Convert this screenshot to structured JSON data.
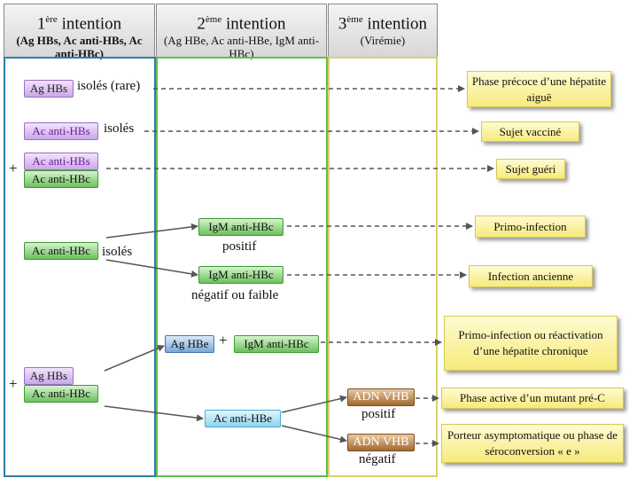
{
  "columns": [
    {
      "title": "1",
      "sup": "ère",
      "title_rest": " intention",
      "subtitle": "(Ag HBs, Ac anti-HBs, Ac anti-HBc)"
    },
    {
      "title": "2",
      "sup": "ème",
      "title_rest": "  intention",
      "subtitle": "(Ag HBe, Ac anti-HBe, IgM anti-HBc)"
    },
    {
      "title": "3",
      "sup": "ème",
      "title_rest": " intention",
      "subtitle": "(Virémie)"
    }
  ],
  "markers": {
    "ag_hbs_1": "Ag HBs",
    "ac_anti_hbs_1": "Ac anti-HBs",
    "ac_anti_hbs_2": "Ac anti-HBs",
    "ac_anti_hbc_2": "Ac anti-HBc",
    "ac_anti_hbc_3": "Ac anti-HBc",
    "igm_anti_hbc_pos": "IgM anti-HBc",
    "igm_anti_hbc_neg": "IgM anti-HBc",
    "ag_hbs_4": "Ag HBs",
    "ac_anti_hbc_4": "Ac anti-HBc",
    "ag_hbe": "Ag HBe",
    "igm_anti_hbc_e": "IgM anti-HBc",
    "ac_anti_hbe": "Ac anti-HBe",
    "adn_pos": "ADN VHB",
    "adn_neg": "ADN VHB"
  },
  "labels": {
    "isoles_rare": "isolés (rare)",
    "isoles_1": "isolés",
    "isoles_2": "isolés",
    "positif_1": "positif",
    "negatif_faible": "négatif ou faible",
    "positif_2": "positif",
    "negatif_2": "négatif",
    "plus": "+"
  },
  "results": {
    "r1": "Phase précoce d’une hépatite aiguë",
    "r2": "Sujet vacciné",
    "r3": "Sujet guéri",
    "r4": "Primo-infection",
    "r5": "Infection ancienne",
    "r6": "Primo-infection ou réactivation d’une hépatite chronique",
    "r7": "Phase active d’un mutant pré-C",
    "r8": "Porteur asymptomatique ou phase de séroconversion « e »"
  },
  "colors": {
    "col1_border": "#2b7fa8",
    "col2_border": "#5fbf54",
    "col3_border": "#d9d26a"
  }
}
